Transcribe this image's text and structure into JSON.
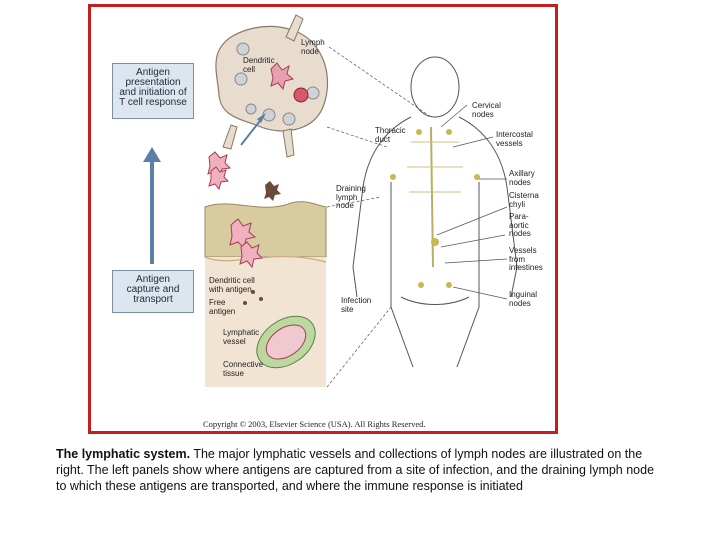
{
  "figure": {
    "boxes": {
      "top": "Antigen\npresentation\nand initiation of\nT cell response",
      "bottom": "Antigen\ncapture and\ntransport"
    },
    "labels": {
      "lymph_node": "Lymph\nnode",
      "dendritic_cell": "Dendritic\ncell",
      "draining_lymph_node": "Draining\nlymph\nnode",
      "dendritic_cell_with_antigen": "Dendritic cell\nwith antigen",
      "free_antigen": "Free\nantigen",
      "lymphatic_vessel": "Lymphatic\nvessel",
      "connective_tissue": "Connective\ntissue",
      "thoracic_duct": "Thoracic\nduct",
      "cervical_nodes": "Cervical\nnodes",
      "intercostal_vessels": "Intercostal\nvessels",
      "axillary_nodes": "Axillary\nnodes",
      "cisterna_chyli": "Cisterna\nchyli",
      "paraaortic_nodes": "Para-\naortic\nnodes",
      "vessels_from_intestines": "Vessels\nfrom\nintestines",
      "infection_site": "Infection\nsite",
      "inguinal_nodes": "Inguinal\nnodes"
    },
    "copyright": "Copyright © 2003, Elsevier Science (USA). All Rights Reserved."
  },
  "caption": {
    "bold": "The lymphatic system.",
    "text": " The major lymphatic vessels and collections of lymph nodes are illustrated on the right. The left panels show where antigens are captured from a site of infection, and the draining lymph node to which these antigens are transported, and where the immune response is initiated"
  },
  "colors": {
    "frame": "#c41e1e",
    "box_fill": "#dde6ee",
    "arrow": "#5a7fa8",
    "node": "#e8dccf",
    "tissue": "#e9d7b5"
  }
}
